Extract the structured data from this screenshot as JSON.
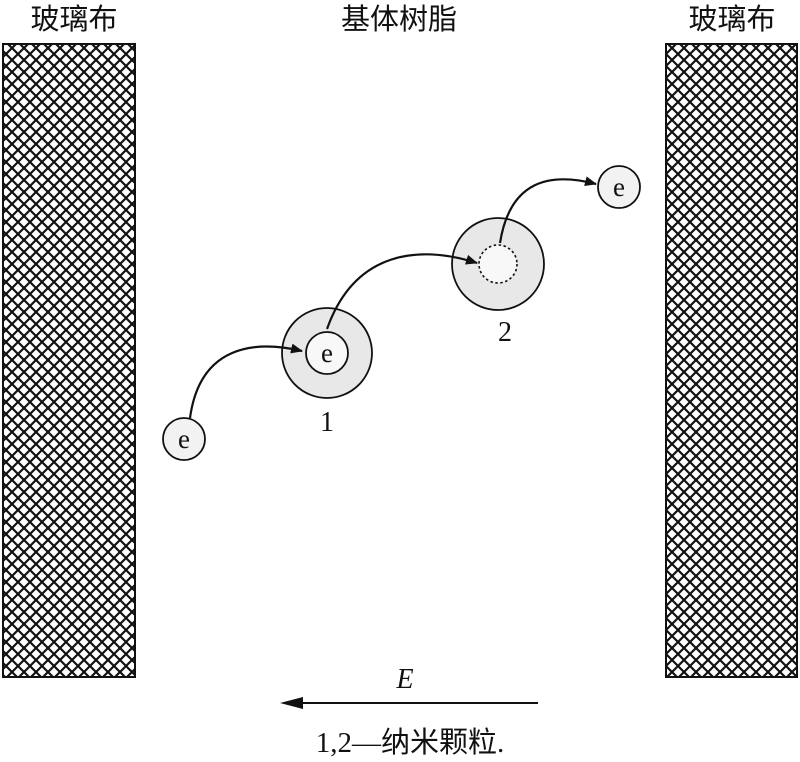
{
  "labels": {
    "left_layer": "玻璃布",
    "center_layer": "基体树脂",
    "right_layer": "玻璃布",
    "particle_1": "1",
    "particle_2": "2",
    "field": "E",
    "caption": "1,2—纳米颗粒."
  },
  "electrons": {
    "start": "e",
    "trapped": "e",
    "end": "e"
  },
  "colors": {
    "stroke": "#111111",
    "particle_fill": "#e8e8e8",
    "electron_fill": "#f2f2f2",
    "hatch": "#111111",
    "background": "#ffffff"
  }
}
